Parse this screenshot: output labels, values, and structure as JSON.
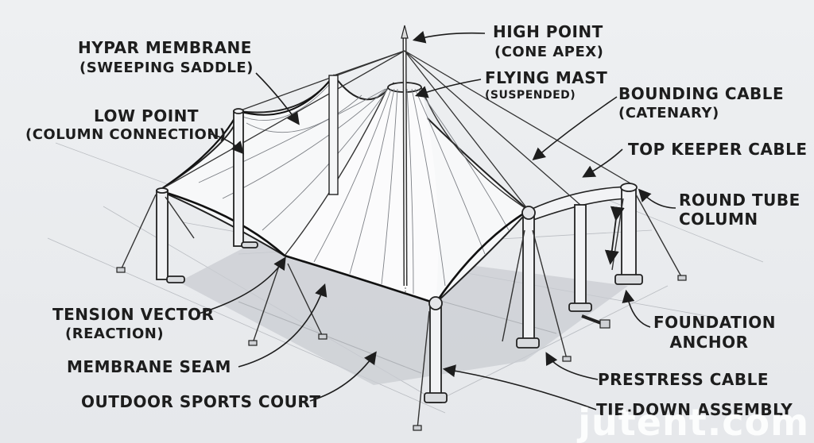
{
  "labels": {
    "hypar_title": "HYPAR MEMBRANE",
    "hypar_sub": "(SWEEPING SADDLE)",
    "low_title": "LOW POINT",
    "low_sub": "(COLUMN CONNECTION)",
    "high_title": "HIGH POINT",
    "high_sub": "(CONE APEX)",
    "mast_title": "FLYING MAST",
    "mast_sub": "(SUSPENDED)",
    "bounding_title": "BOUNDING CABLE",
    "bounding_sub": "(CATENARY)",
    "keeper": "TOP KEEPER CABLE",
    "tube_line1": "ROUND TUBE",
    "tube_line2": "COLUMN",
    "tension_title": "TENSION VECTOR",
    "tension_sub": "(REACTION)",
    "seam": "MEMBRANE SEAM",
    "court": "OUTDOOR SPORTS COURT",
    "foundation_line1": "FOUNDATION",
    "foundation_line2": "ANCHOR",
    "prestress": "PRESTRESS CABLE",
    "tiedown": "TIE-DOWN ASSEMBLY"
  },
  "watermark": "jutent.com",
  "colors": {
    "background": "#e9ebee",
    "ink": "#1d1d1d",
    "membrane": "#f7f8f9",
    "shadow": "#c9ccd1"
  }
}
